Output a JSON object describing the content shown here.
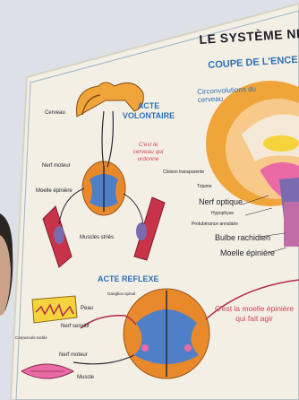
{
  "poster": {
    "title": "LE SYSTÈME NE",
    "subtitle": "COUPE DE L'ENCE",
    "labels": {
      "circonvolutions": "Circonvolutions du cerveau",
      "cerveau": "Cerveau",
      "acte_volontaire": "ACTE VOLONTAIRE",
      "cest_le_cerveau": "C'est le cerveau qui ordonne",
      "nerf_moteur_top": "Nerf moteur",
      "moelle_epiniere_left": "Moelle épinière",
      "cloison_transparente": "Cloison transparente",
      "trijume": "Trijume",
      "nerf_optique": "Nerf optique",
      "hypophyse": "Hypophyse",
      "protuberance": "Protubérance annulaire",
      "bulbe_rachidien": "Bulbe rachidien",
      "moelle_epiniere_right": "Moelle épinière",
      "muscles_stries": "Muscles striés",
      "acte_reflexe": "ACTE REFLEXE",
      "ganglion_spinal": "Ganglion spinal",
      "peau": "Peau",
      "nerf_sensitif": "Nerf sensitif",
      "corpuscule_tactile": "Corpuscule tactile",
      "nerf_moteur_bottom": "Nerf moteur",
      "muscle": "Muscle",
      "cest_la_moelle": "C'est la moelle épinière qui fait agir"
    }
  },
  "colors": {
    "sky": "#d9dde4",
    "poster_paper": "#f3efe4",
    "blue_text": "#2e6fb5",
    "red_text": "#d2435a",
    "spinal_orange": "#e8892c",
    "spinal_blue": "#4f7fc7",
    "brain_orange": "#f0a53a",
    "muscle_red": "#c9334a"
  }
}
